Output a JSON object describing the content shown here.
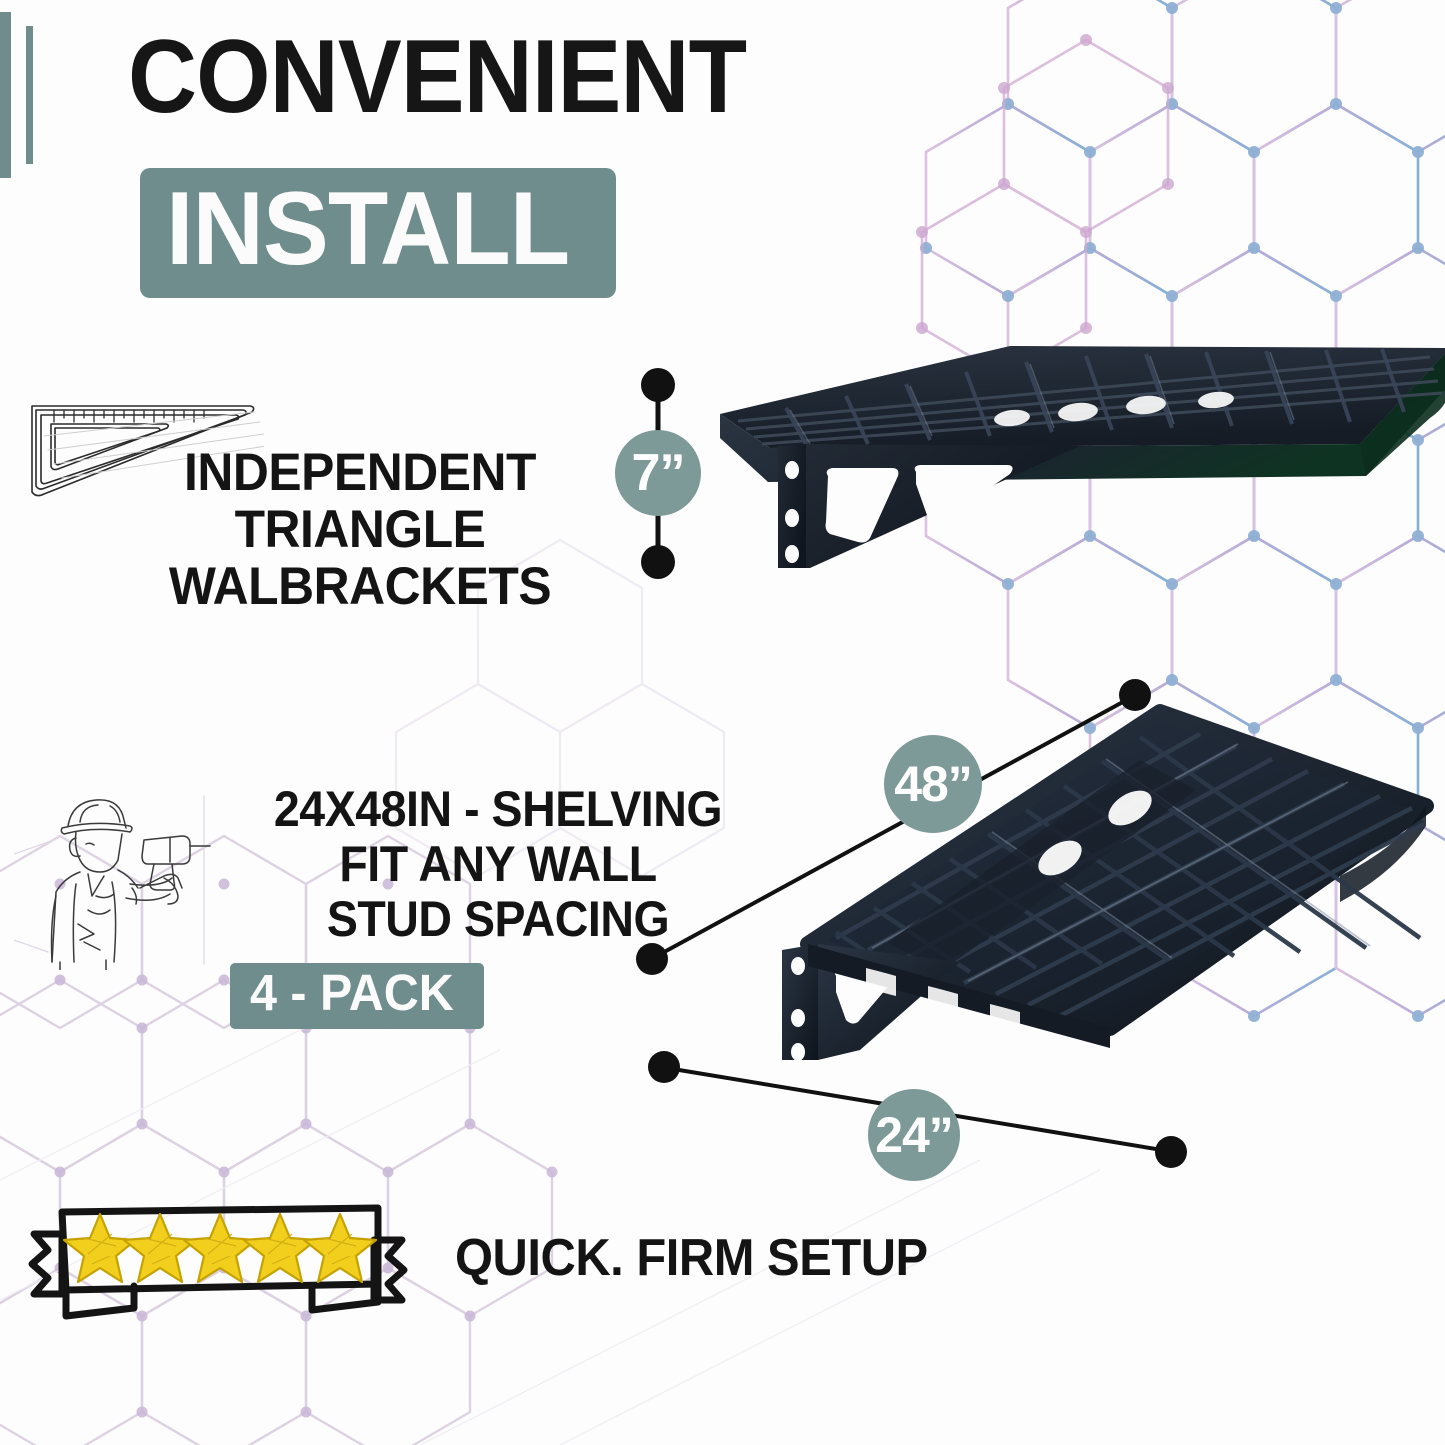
{
  "meta": {
    "accent_teal": "#6f8d8c",
    "badge_teal": "#7d9998",
    "text_dark": "#141414",
    "background": "#fdfdfd",
    "star_gold": "#f2cf1d",
    "product_dark": "#1c2530"
  },
  "header": {
    "line1": "CONVENIENT",
    "line2": "INSTALL"
  },
  "features": [
    {
      "id": "independent-brackets",
      "icon": "triangle-ruler-icon",
      "lines": [
        "INDEPENDENT",
        "TRIANGLE",
        "WALBRACKETS"
      ]
    },
    {
      "id": "shelving-size",
      "icon": "worker-drilling-icon",
      "lines": [
        "24X48IN - SHELVING",
        "FIT ANY WALL",
        "STUD SPACING"
      ],
      "badge": "4 - PACK"
    }
  ],
  "measurements": [
    {
      "id": "depth",
      "label": "7”",
      "orientation": "vertical"
    },
    {
      "id": "length",
      "label": "48”",
      "orientation": "diagonal"
    },
    {
      "id": "width",
      "label": "24”",
      "orientation": "horizontal"
    }
  ],
  "rating": {
    "icon": "five-star-ribbon-icon",
    "stars": 5,
    "star_glyph": "★"
  },
  "footer": {
    "text": "QUICK. FIRM SETUP"
  },
  "products": [
    {
      "id": "wall-shelf-side-view",
      "alt": "black wall mounted shelf with triangle bracket, side view"
    },
    {
      "id": "wall-shelf-top-view",
      "alt": "black wire grid wall shelf, angled top view"
    }
  ],
  "background": {
    "pattern": "hexagon-honeycomb",
    "colors": [
      "#c9a7cc",
      "#b9a3d2",
      "#8fb4d8",
      "#6fa3cf"
    ]
  }
}
